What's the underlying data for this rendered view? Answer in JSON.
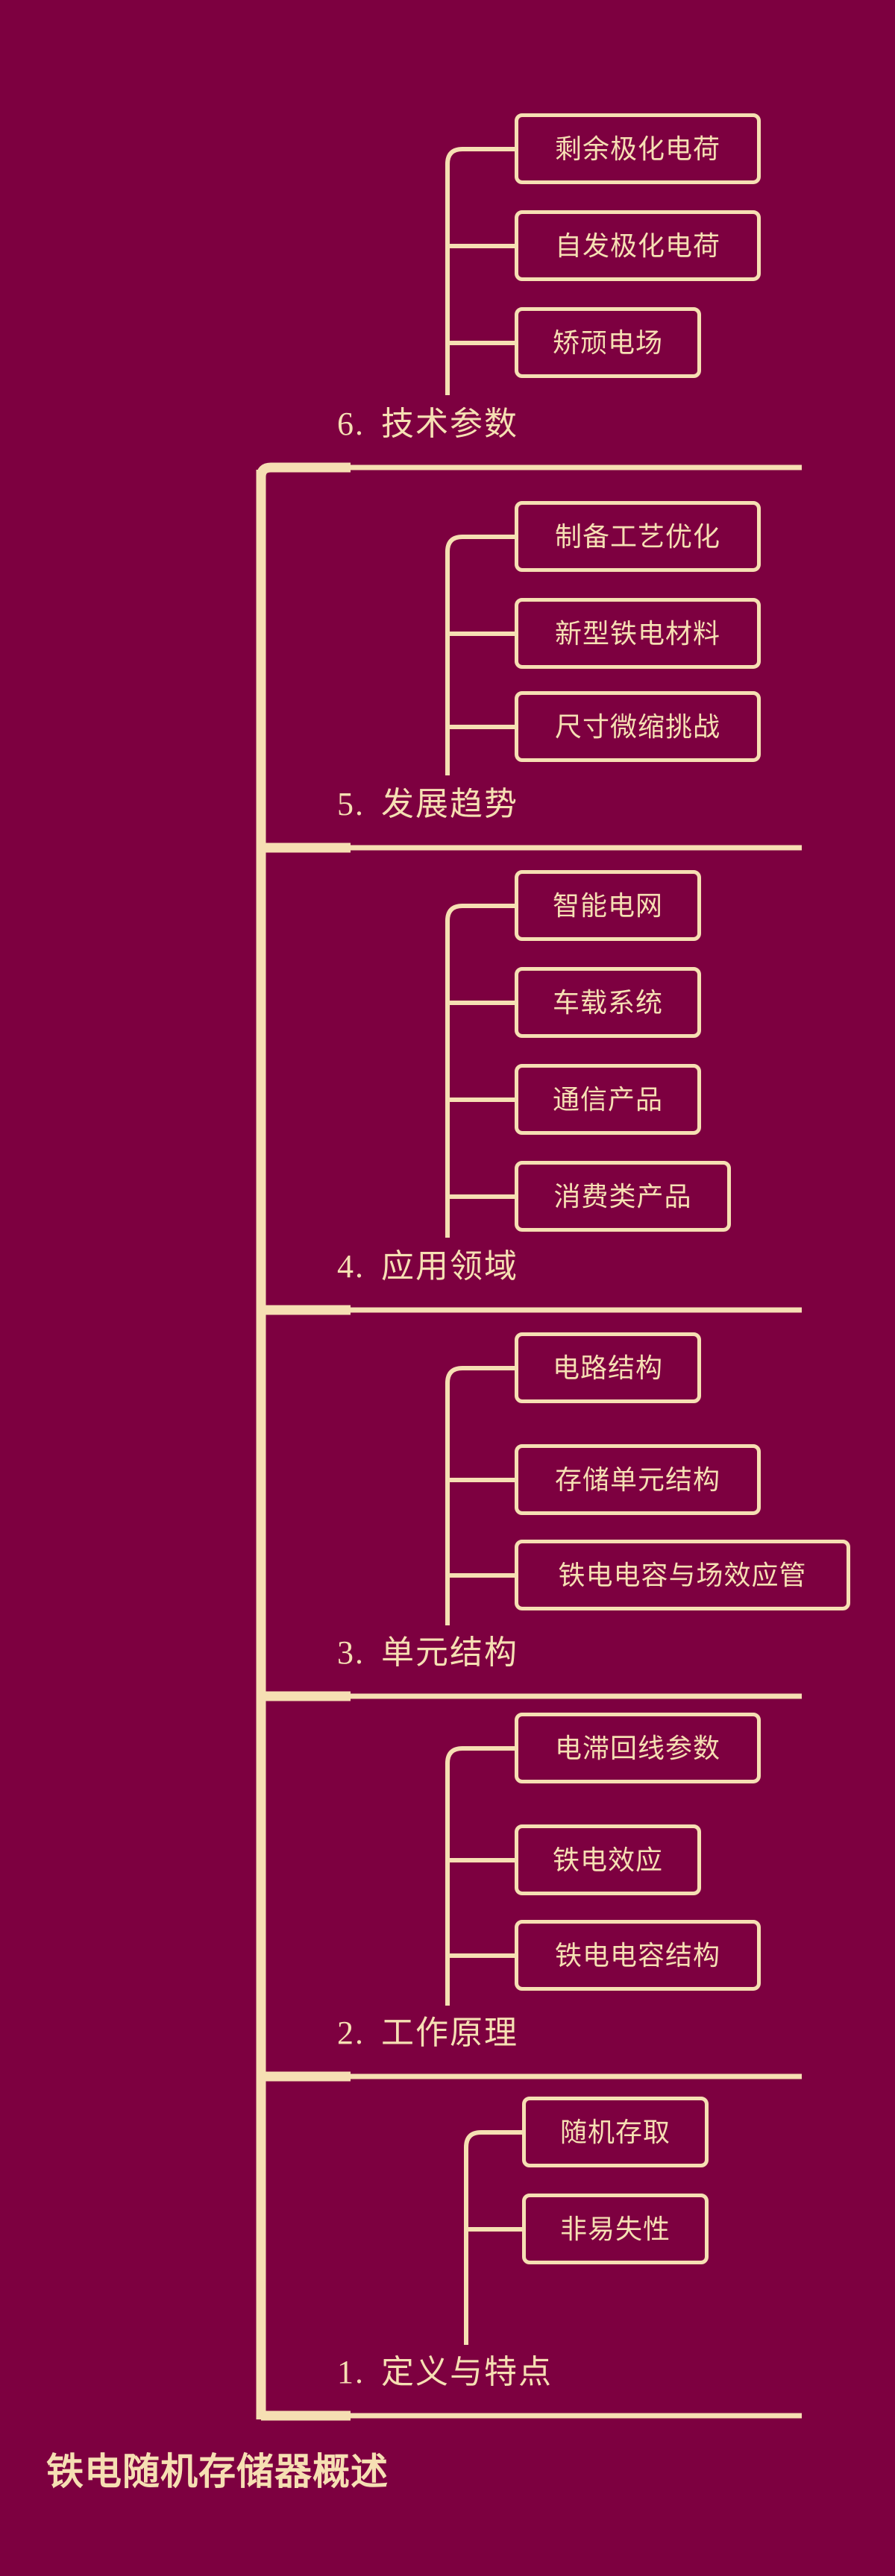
{
  "theme": {
    "background": "#7d0040",
    "stroke": "#f6dfb3",
    "text": "#f6dfb3"
  },
  "root": {
    "label": "铁电随机存储器概述"
  },
  "sections": [
    {
      "number": "6.",
      "title": "技术参数",
      "children": [
        {
          "label": "剩余极化电荷"
        },
        {
          "label": "自发极化电荷"
        },
        {
          "label": "矫顽电场"
        }
      ]
    },
    {
      "number": "5.",
      "title": "发展趋势",
      "children": [
        {
          "label": "制备工艺优化"
        },
        {
          "label": "新型铁电材料"
        },
        {
          "label": "尺寸微缩挑战"
        }
      ]
    },
    {
      "number": "4.",
      "title": "应用领域",
      "children": [
        {
          "label": "智能电网"
        },
        {
          "label": "车载系统"
        },
        {
          "label": "通信产品"
        },
        {
          "label": "消费类产品"
        }
      ]
    },
    {
      "number": "3.",
      "title": "单元结构",
      "children": [
        {
          "label": "电路结构"
        },
        {
          "label": "存储单元结构"
        },
        {
          "label": "铁电电容与场效应管"
        }
      ]
    },
    {
      "number": "2.",
      "title": "工作原理",
      "children": [
        {
          "label": "电滞回线参数"
        },
        {
          "label": "铁电效应"
        },
        {
          "label": "铁电电容结构"
        }
      ]
    },
    {
      "number": "1.",
      "title": "定义与特点",
      "children": [
        {
          "label": "随机存取"
        },
        {
          "label": "非易失性"
        }
      ]
    }
  ]
}
